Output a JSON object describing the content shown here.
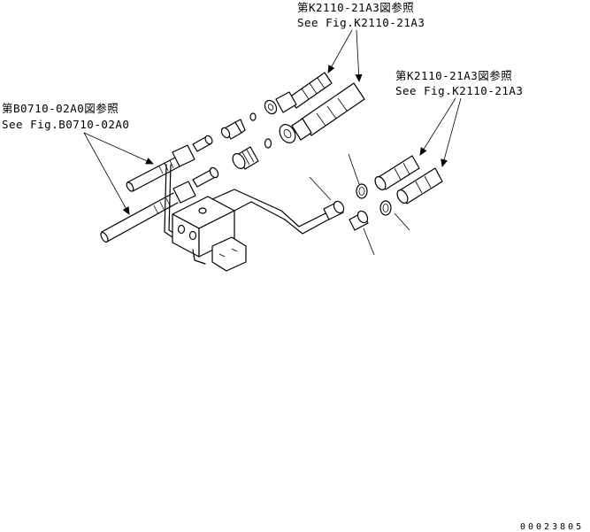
{
  "callouts": {
    "top": {
      "line1": "第K2110-21A3図参照",
      "line2": "See Fig.K2110-21A3"
    },
    "right": {
      "line1": "第K2110-21A3図参照",
      "line2": "See Fig.K2110-21A3"
    },
    "left": {
      "line1": "第B0710-02A0図参照",
      "line2": "See Fig.B0710-02A0"
    }
  },
  "figure_number": "00023805"
}
